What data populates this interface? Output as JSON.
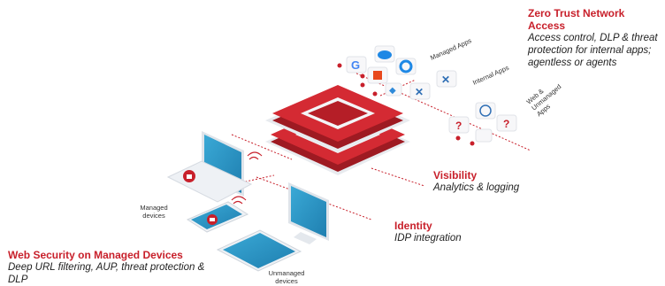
{
  "colors": {
    "accent": "#c8202b",
    "device_screen": "#2b9ac9",
    "device_body": "#eef1f5"
  },
  "ztna": {
    "title": "Zero Trust Network Access",
    "desc": [
      "Access control, DLP & threat",
      "protection for internal apps;",
      "agentless or agents"
    ]
  },
  "visibility": {
    "title": "Visibility",
    "desc": "Analytics & logging"
  },
  "identity": {
    "title": "Identity",
    "desc": "IDP integration"
  },
  "web_security": {
    "title": "Web Security on Managed Devices",
    "desc": [
      "Deep URL filtering, AUP, threat protection &",
      "DLP"
    ]
  },
  "labels": {
    "managed_apps": "Managed Apps",
    "internal_apps": "Internal Apps",
    "web_unmanaged_apps": [
      "Web &",
      "Unmanaged",
      "Apps"
    ],
    "managed_devices": [
      "Managed",
      "devices"
    ],
    "unmanaged_devices": [
      "Unmanaged",
      "devices"
    ]
  },
  "app_icons": {
    "managed": [
      "google-icon",
      "cloud-icon",
      "office-icon",
      "webex-icon"
    ],
    "internal": [
      "jira-icon",
      "confluence-icon",
      "x-app-icon"
    ],
    "web": [
      "unknown-app-icon",
      "globe-icon",
      "unknown-app-icon",
      "unknown-app-icon"
    ]
  }
}
